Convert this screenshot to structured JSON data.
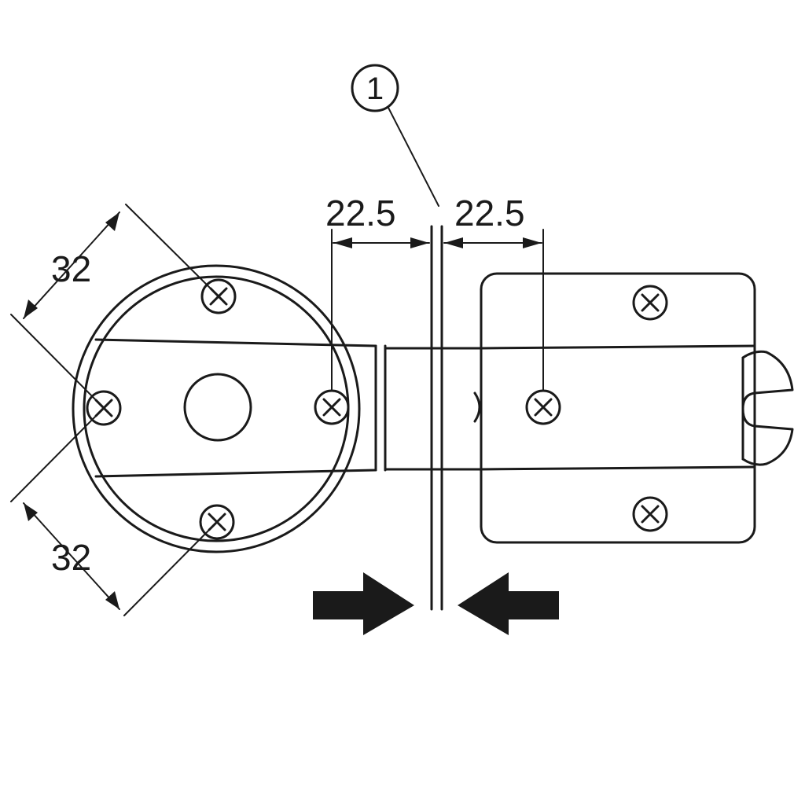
{
  "callout": {
    "label": "1"
  },
  "dimensions": {
    "hole_spacing_upper": "32",
    "hole_spacing_lower": "32",
    "offset_left": "22.5",
    "offset_right": "22.5"
  },
  "colors": {
    "line": "#1a1a1a",
    "background": "#ffffff"
  }
}
